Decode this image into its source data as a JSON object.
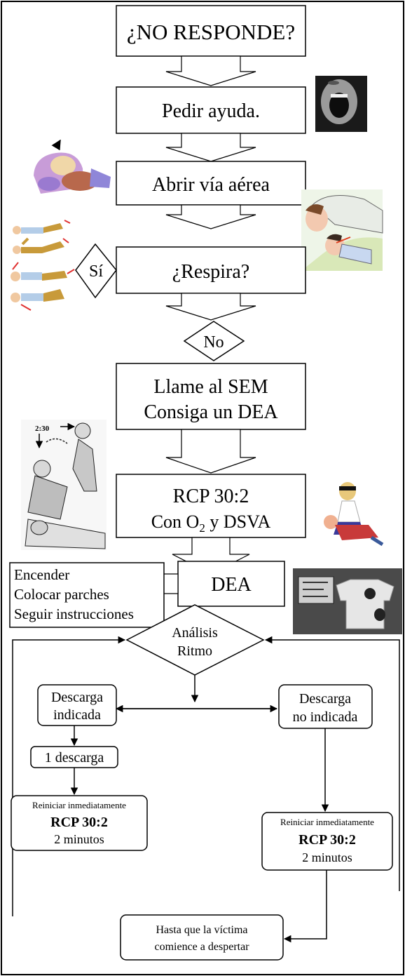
{
  "steps": {
    "no_responde": "¿NO RESPONDE?",
    "pedir_ayuda": "Pedir ayuda.",
    "abrir_via": "Abrir vía aérea",
    "respira": "¿Respira?",
    "si": "Sí",
    "no": "No",
    "llame_1": "Llame al SEM",
    "llame_2": "Consiga un DEA",
    "rcp_1": "RCP 30:2",
    "rcp_2_pre": "Con O",
    "rcp_2_sub": "2",
    "rcp_2_post": " y DSVA",
    "dea": "DEA",
    "dea_actions": [
      "Encender",
      "Colocar parches",
      "Seguir instrucciones"
    ],
    "analisis_1": "Análisis",
    "analisis_2": "Ritmo",
    "descarga_ind_1": "Descarga",
    "descarga_ind_2": "indicada",
    "descarga_no_1": "Descarga",
    "descarga_no_2": "no indicada",
    "una_descarga": "1 descarga",
    "reiniciar_left": [
      "Reiniciar inmediatamente",
      "RCP 30:2",
      "2 minutos"
    ],
    "reiniciar_right": [
      "Reiniciar inmediatamente",
      "RCP 30:2",
      "2 minutos"
    ],
    "hasta_1": "Hasta que la víctima",
    "hasta_2": "comience a despertar"
  },
  "illustrations": {
    "shouting_face": "shouting-face-photo",
    "open_airway": "open-airway-illustration",
    "rescuer_check": "rescuer-checking-breath-illustration",
    "recovery_position": "recovery-position-sequence",
    "cpr_drawing_label": "2:30",
    "cpr_rescuer": "cpr-cartoon",
    "aed_device": "aed-pads-on-torso"
  }
}
